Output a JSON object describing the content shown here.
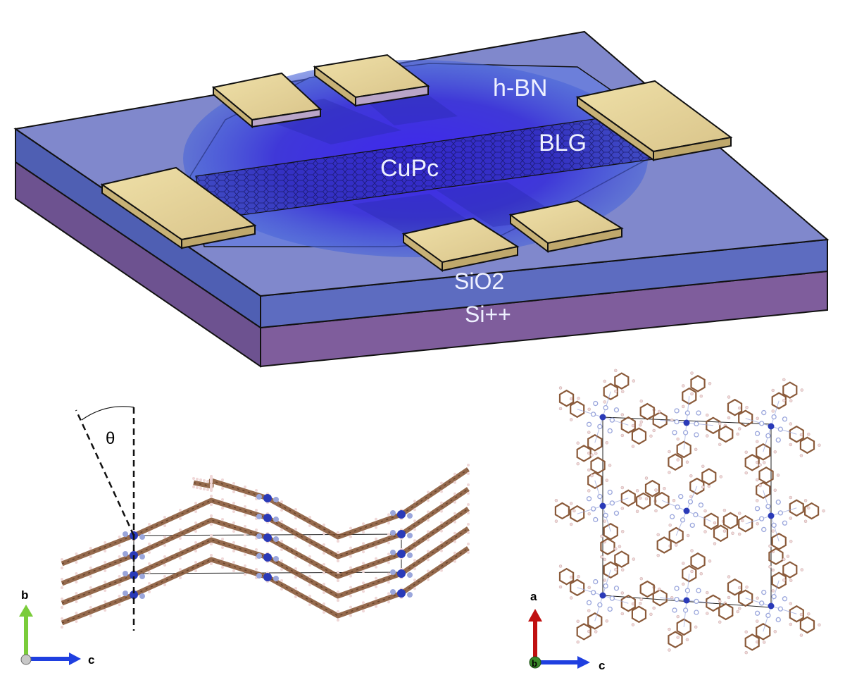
{
  "device": {
    "labels": {
      "hbn": "h-BN",
      "blg": "BLG",
      "cupc": "CuPc",
      "sio2": "SiO2",
      "si": "Si++"
    },
    "colors": {
      "sio2_top": "#8088cc",
      "sio2_side": "#5a68b8",
      "si_side": "#7a5a9a",
      "hbn": "#5a78d8",
      "blg": "#2a2aa0",
      "cupc_glow": "#3a1ef0",
      "contact_top": "#e8d79c",
      "contact_side": "#c8b276"
    }
  },
  "crystal_side_view": {
    "angle_label": "θ",
    "axes": {
      "vertical": "b",
      "horizontal": "c",
      "vertical_color": "#7acc3a",
      "horizontal_color": "#1f3fe0"
    }
  },
  "crystal_top_view": {
    "axes": {
      "vertical": "a",
      "horizontal": "c",
      "origin": "b",
      "vertical_color": "#c01010",
      "horizontal_color": "#1f3fe0",
      "origin_color": "#3a8a2a"
    }
  },
  "atom_colors": {
    "carbon": "#8a5a3a",
    "nitrogen": "#9aa6dc",
    "copper": "#2a3ab8",
    "hydrogen": "#f0d8d8"
  }
}
